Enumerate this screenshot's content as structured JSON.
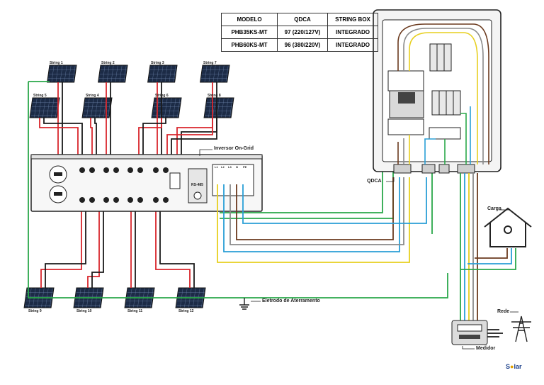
{
  "table": {
    "headers": [
      "MODELO",
      "QDCA",
      "STRING BOX"
    ],
    "rows": [
      [
        "PHB35KS-MT",
        "97 (220/127V)",
        "INTEGRADO"
      ],
      [
        "PHB60KS-MT",
        "96 (380/220V)",
        "INTEGRADO"
      ]
    ]
  },
  "labels": {
    "inverter": "Inversor On-Grid",
    "qdca": "QDCA",
    "carga": "Carga",
    "rede": "Rede",
    "medidor": "Medidor",
    "eletrodo": "Eletrodo de Aterramento",
    "rs485": "RS-485"
  },
  "strings": [
    "String 1",
    "String 2",
    "String 3",
    "String 4",
    "String 5",
    "String 6",
    "String 7",
    "String 8",
    "String 9",
    "String 10",
    "String 11",
    "String 12"
  ],
  "brand": {
    "text_a": "S",
    "text_b": "lar"
  },
  "colors": {
    "wire_red": "#d9262c",
    "wire_black": "#1a1a1a",
    "wire_green": "#2aa84a",
    "wire_blue": "#2a9fd6",
    "wire_yellow": "#e7cf1f",
    "wire_brown": "#6b3a1e",
    "wire_gray": "#8a8a8a",
    "brand_blue": "#1b3f8a"
  }
}
